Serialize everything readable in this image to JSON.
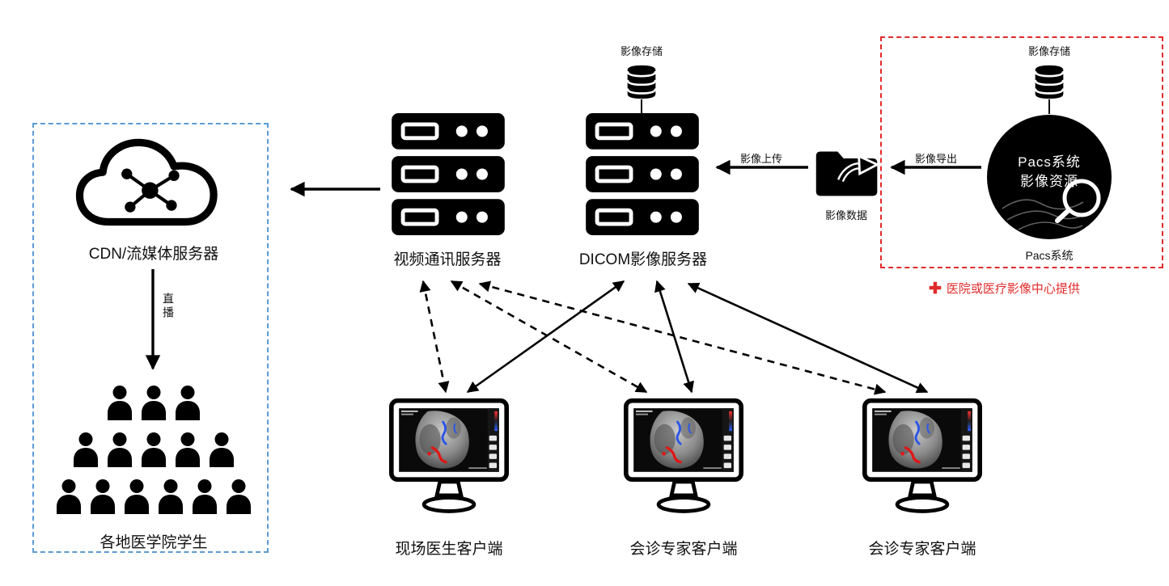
{
  "colors": {
    "accent_red": "#e02b2b",
    "accent_blue": "#5b9bd5",
    "black": "#000000"
  },
  "pacs": {
    "storage_label": "影像存储",
    "circle_title": "Pacs系统",
    "circle_subtitle": "影像资源",
    "caption": "Pacs系统",
    "note_plus": "✚",
    "note_text": "医院或医疗影像中心提供"
  },
  "flow": {
    "export": "影像导出",
    "folder": "影像数据",
    "upload": "影像上传",
    "broadcast": "直播"
  },
  "dicom_server": {
    "label": "DICOM影像服务器",
    "storage_label": "影像存储"
  },
  "video_server": {
    "label": "视频通讯服务器"
  },
  "cdn": {
    "label": "CDN/流媒体服务器"
  },
  "students": {
    "label": "各地医学院学生"
  },
  "clients": [
    {
      "label": "现场医生客户端"
    },
    {
      "label": "会诊专家客户端"
    },
    {
      "label": "会诊专家客户端"
    }
  ]
}
